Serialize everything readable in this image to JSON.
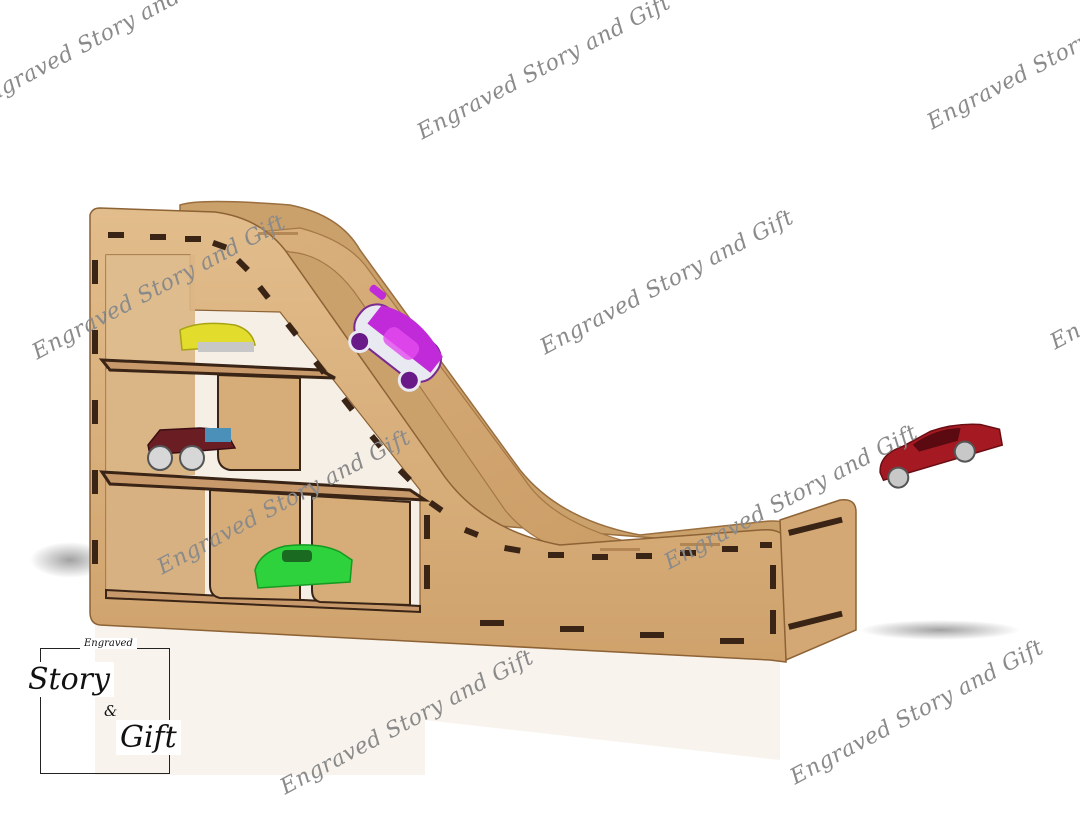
{
  "watermark": {
    "text": "Engraved Story and Gift",
    "color": "#8a8a8a"
  },
  "logo": {
    "top_word": "Engraved",
    "main_word": "Story",
    "ampersand": "&",
    "bottom_word": "Gift"
  },
  "colors": {
    "wood": "#d8ae7a",
    "wood_dark": "#b98a55",
    "dash": "#3a2416",
    "car_purple": "#c02ad8",
    "car_yellow": "#e2dc2c",
    "car_maroon": "#6a1e24",
    "car_green": "#2ed23c",
    "car_red": "#a51a22"
  }
}
